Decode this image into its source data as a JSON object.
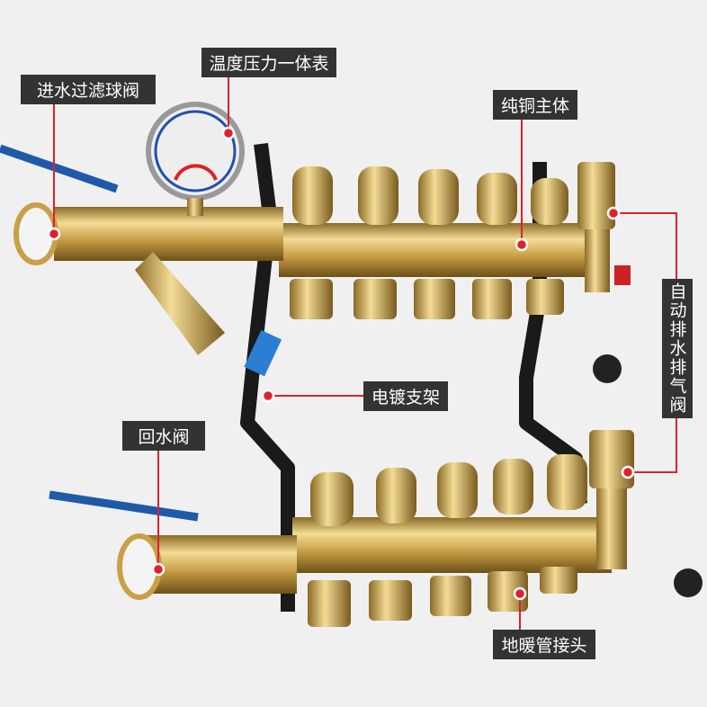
{
  "labels": {
    "inlet_filter_ball_valve": "进水过滤球阀",
    "temp_pressure_gauge": "温度压力一体表",
    "pure_copper_body": "纯铜主体",
    "auto_drain_vent_valve": "自动排水排气阀",
    "plated_bracket": "电镀支架",
    "return_valve": "回水阀",
    "floor_heating_pipe_fitting": "地暖管接头"
  },
  "colors": {
    "label_bg": "#333333",
    "leader_line": "#e0202a",
    "brass": "#d9b45a"
  }
}
